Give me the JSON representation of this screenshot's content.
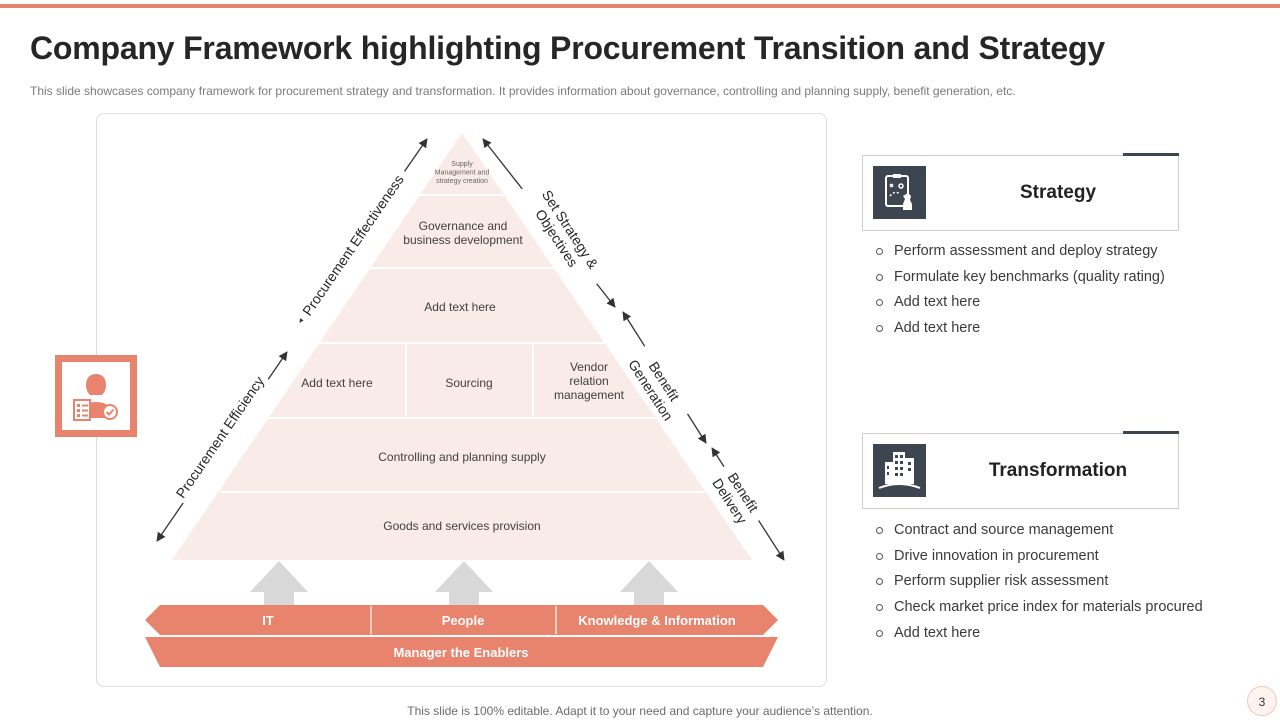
{
  "title": "Company Framework highlighting Procurement Transition and Strategy",
  "subtitle": "This slide showcases company framework for procurement strategy and transformation. It provides information about governance, controlling and planning supply, benefit generation, etc.",
  "pyramid": {
    "apex": [
      "Supply",
      "Management and",
      "strategy creation"
    ],
    "governance": [
      "Governance and",
      "business development"
    ],
    "mid": "Add text here",
    "row_left": "Add text here",
    "row_center": "Sourcing",
    "row_right": [
      "Vendor",
      "relation",
      "management"
    ],
    "controlling": "Controlling and planning supply",
    "goods": "Goods and services provision"
  },
  "left_side": {
    "effectiveness": "Procurement Effectiveness",
    "efficiency": "Procurement Efficiency"
  },
  "right_side": {
    "strategy": [
      "Set Strategy &",
      "Objectives"
    ],
    "generation": [
      "Benefit",
      "Generation"
    ],
    "delivery": [
      "Benefit",
      "Delivery"
    ]
  },
  "enablers": {
    "items": [
      "IT",
      "People",
      "Knowledge & Information"
    ],
    "base": "Manager the Enablers"
  },
  "strategy": {
    "title": "Strategy",
    "items": [
      "Perform assessment and deploy strategy",
      "Formulate key benchmarks (quality rating)",
      "Add text here",
      "Add text here"
    ]
  },
  "transformation": {
    "title": "Transformation",
    "items": [
      "Contract and source management",
      "Drive innovation in procurement",
      "Perform supplier risk assessment",
      "Check market price index for materials procured",
      "Add text here"
    ]
  },
  "footer": "This slide is 100% editable. Adapt it to your need and capture your audience’s attention.",
  "page_number": "3",
  "colors": {
    "accent": "#e8836d",
    "pyramid": "#f9ebe7",
    "dark": "#3d4550"
  },
  "icons": [
    "user-checklist-icon",
    "strategy-board-icon",
    "city-buildings-icon"
  ]
}
